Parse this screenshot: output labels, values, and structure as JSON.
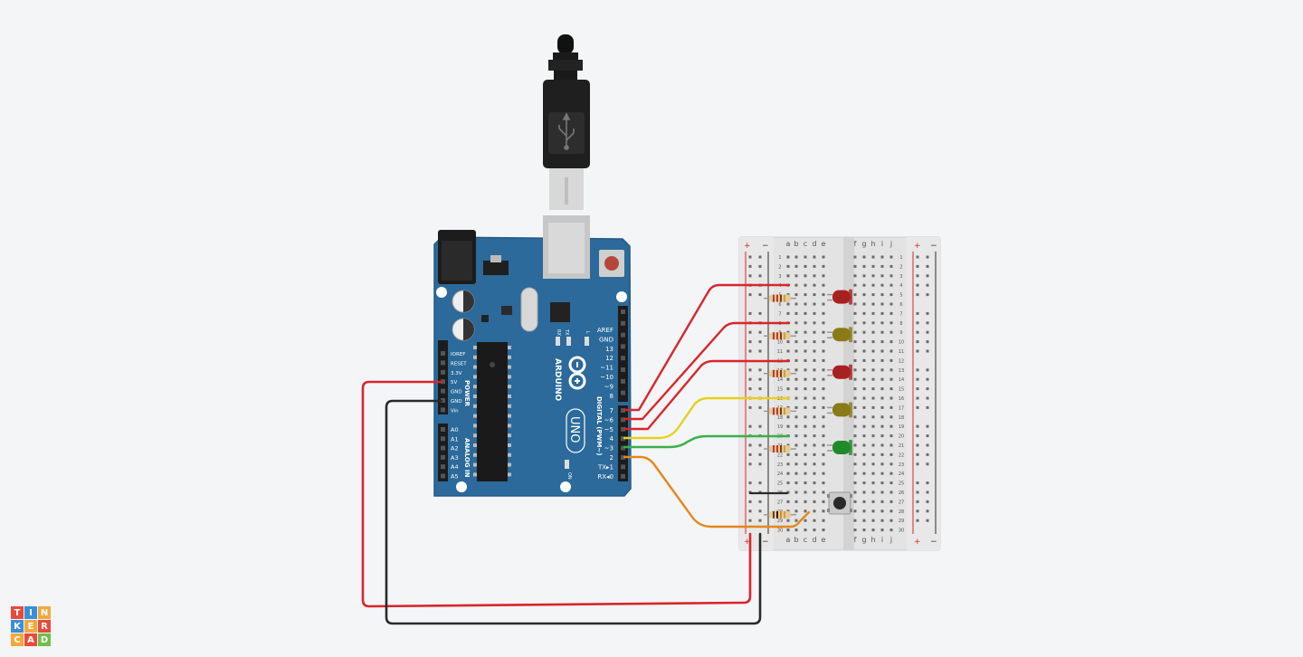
{
  "arduino": {
    "brand": "ARDUINO",
    "model": "UNO",
    "power_header_title": "POWER",
    "analog_header_title": "ANALOG IN",
    "digital_header_title": "DIGITAL (PWM~)",
    "power_pins": [
      "IOREF",
      "RESET",
      "3.3V",
      "5V",
      "GND",
      "GND",
      "Vin"
    ],
    "analog_pins": [
      "A0",
      "A1",
      "A2",
      "A3",
      "A4",
      "A5"
    ],
    "digital_top_pins": [
      "AREF",
      "GND",
      "13",
      "12",
      "~11",
      "~10",
      "~9",
      "8"
    ],
    "digital_bottom_pins": [
      "7",
      "~6",
      "~5",
      "4",
      "~3",
      "2",
      "TX▸1",
      "RX◂0"
    ],
    "led_labels": [
      "TX",
      "RX",
      "L"
    ],
    "on_label": "ON"
  },
  "breadboard": {
    "rail_plus": "+",
    "rail_minus": "−",
    "columns_left": [
      "a",
      "b",
      "c",
      "d",
      "e"
    ],
    "columns_right": [
      "f",
      "g",
      "h",
      "i",
      "j"
    ],
    "rows": [
      "1",
      "2",
      "3",
      "4",
      "5",
      "6",
      "7",
      "8",
      "9",
      "10",
      "11",
      "12",
      "13",
      "14",
      "15",
      "16",
      "17",
      "18",
      "19",
      "20",
      "21",
      "22",
      "23",
      "24",
      "25",
      "26",
      "27",
      "28",
      "29",
      "30"
    ]
  },
  "components": {
    "leds": [
      {
        "color": "#a82020"
      },
      {
        "color": "#8a7a18"
      },
      {
        "color": "#a82020"
      },
      {
        "color": "#8a7a18"
      },
      {
        "color": "#1f8a2a"
      }
    ]
  },
  "colors": {
    "background": "#f3f5f7",
    "board_blue": "#2b6a9a",
    "wire_red": "#d8262b",
    "wire_black": "#2a2a2a",
    "wire_yellow": "#e8cf1f",
    "wire_green": "#3ab04a",
    "wire_orange": "#e5871a"
  },
  "logo": {
    "letters": [
      "T",
      "I",
      "N",
      "K",
      "E",
      "R",
      "C",
      "A",
      "D"
    ],
    "colors": [
      "#e84a3c",
      "#3a8fd8",
      "#f2a93b",
      "#3a8fd8",
      "#f2a93b",
      "#e84a3c",
      "#f2a93b",
      "#e84a3c",
      "#6fbf4a"
    ]
  }
}
